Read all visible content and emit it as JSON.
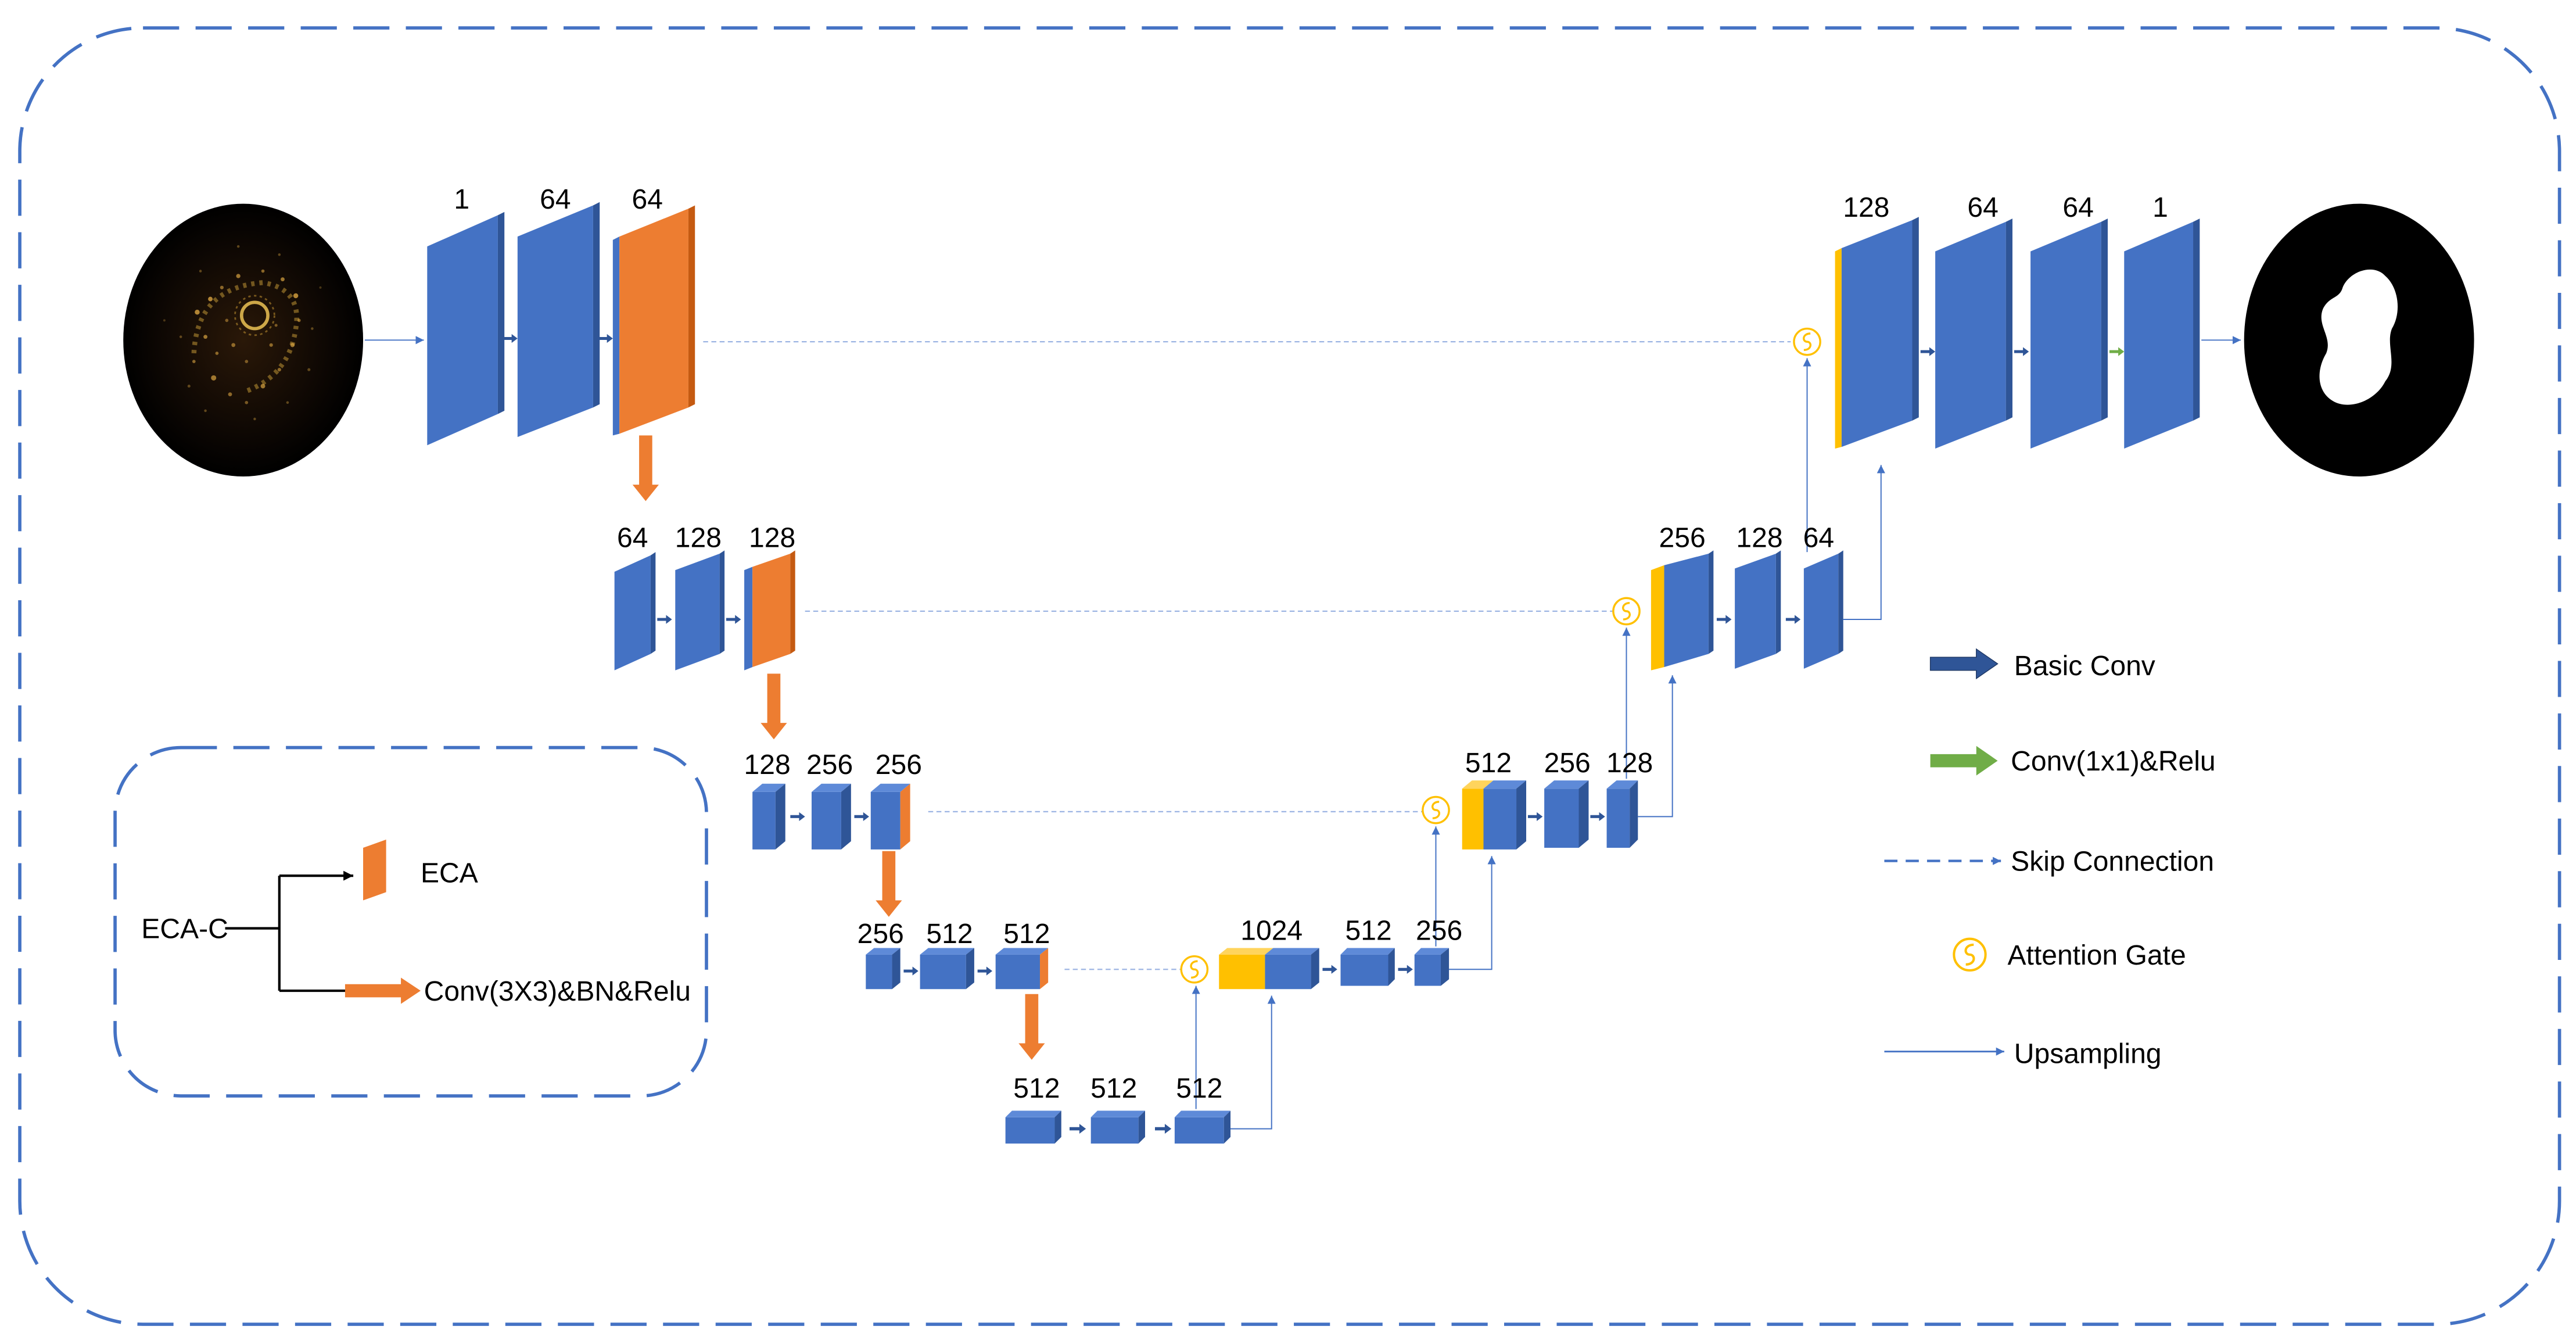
{
  "encoder": [
    {
      "labels": [
        "1",
        "64",
        "64"
      ]
    },
    {
      "labels": [
        "64",
        "128",
        "128"
      ]
    },
    {
      "labels": [
        "128",
        "256",
        "256"
      ]
    },
    {
      "labels": [
        "256",
        "512",
        "512"
      ]
    },
    {
      "labels": [
        "512",
        "512",
        "512"
      ]
    }
  ],
  "decoder": [
    {
      "labels": [
        "1024",
        "512",
        "256"
      ]
    },
    {
      "labels": [
        "512",
        "256",
        "128"
      ]
    },
    {
      "labels": [
        "256",
        "128",
        "64"
      ]
    },
    {
      "labels": [
        "128",
        "64",
        "64",
        "1"
      ]
    }
  ],
  "legend": {
    "basic_conv": "Basic Conv",
    "conv_1x1": "Conv(1x1)&Relu",
    "skip_connection": "Skip Connection",
    "attention_gate": "Attention Gate",
    "upsampling": "Upsampling"
  },
  "inset": {
    "eca_c": "ECA-C",
    "eca": "ECA",
    "conv_3x3": "Conv(3X3)&BN&Relu"
  },
  "colors": {
    "basic_conv": "#4472C4",
    "eca": "#ED7D31",
    "attention_gate": "#FFC000",
    "conv_1x1": "#70AD47",
    "frame": "#4472C4"
  }
}
